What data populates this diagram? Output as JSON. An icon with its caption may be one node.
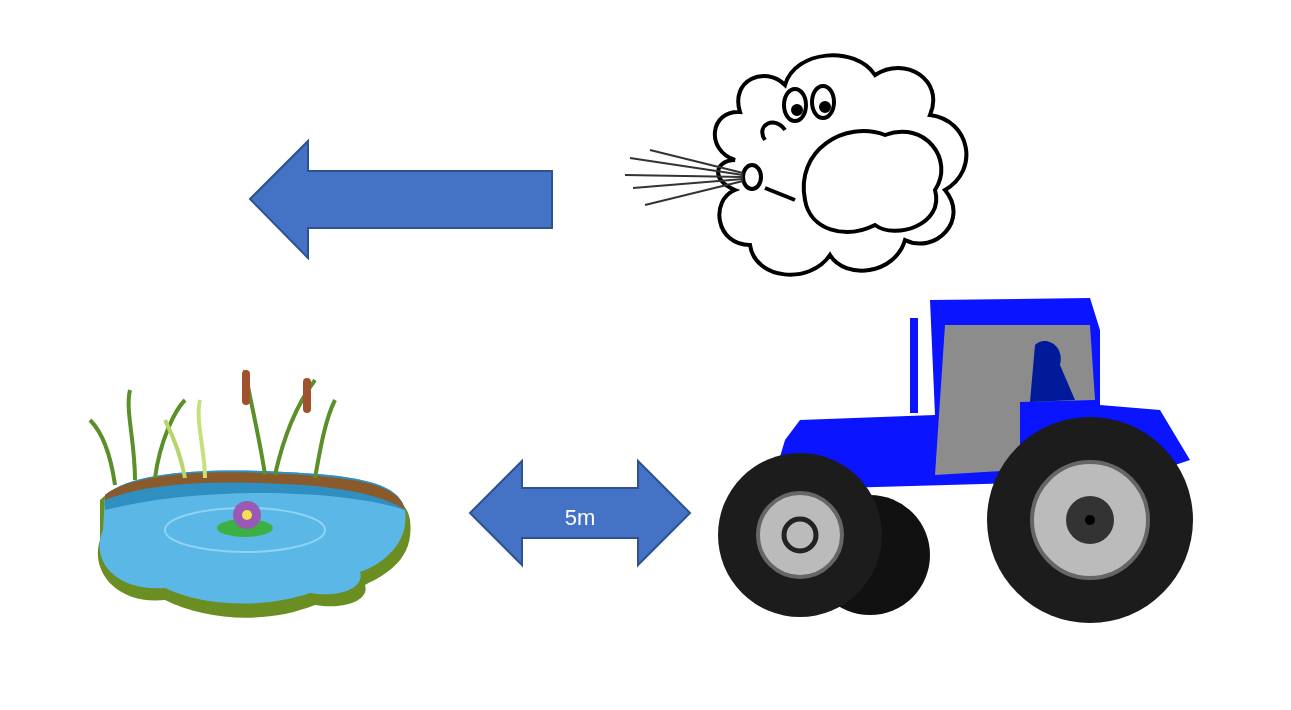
{
  "diagram": {
    "nodes": [
      {
        "text": [],
        "shape": "picture"
      },
      {
        "text": [],
        "shape": "picture"
      },
      {
        "text": [],
        "shape": "picture"
      }
    ],
    "edges": [
      {
        "from": 1,
        "to": 2,
        "arrow": "both",
        "label": "5m"
      }
    ]
  }
}
